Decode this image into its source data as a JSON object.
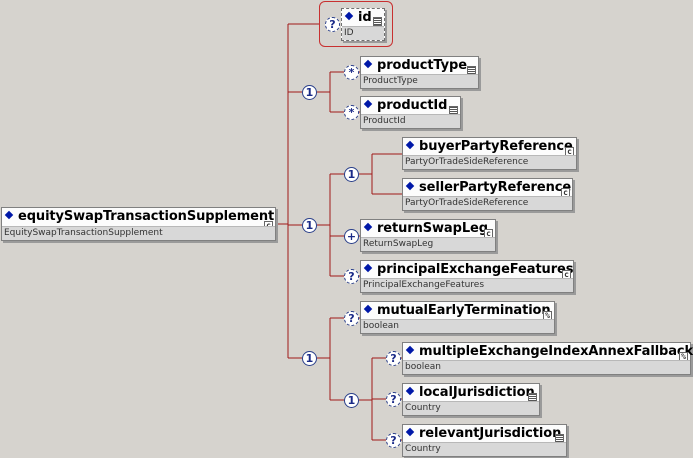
{
  "root": {
    "name": "equitySwapTransactionSupplement",
    "type": "EquitySwapTransactionSupplement",
    "glyph": "c"
  },
  "attribute": {
    "name": "id",
    "type": "ID",
    "occurs": "?"
  },
  "compositors": [
    {
      "id": "c1",
      "label": "1"
    },
    {
      "id": "c2",
      "label": "1"
    },
    {
      "id": "c3",
      "label": "1"
    },
    {
      "id": "c4",
      "label": "1"
    },
    {
      "id": "c5",
      "label": "1"
    }
  ],
  "elements": [
    {
      "key": "productType",
      "name": "productType",
      "type": "ProductType",
      "occurs": "*",
      "glyph": "lines"
    },
    {
      "key": "productId",
      "name": "productId",
      "type": "ProductId",
      "occurs": "*",
      "glyph": "lines"
    },
    {
      "key": "buyerParty",
      "name": "buyerPartyReference",
      "type": "PartyOrTradeSideReference",
      "occurs": "",
      "glyph": "c"
    },
    {
      "key": "sellerParty",
      "name": "sellerPartyReference",
      "type": "PartyOrTradeSideReference",
      "occurs": "",
      "glyph": "c"
    },
    {
      "key": "returnSwapLeg",
      "name": "returnSwapLeg",
      "type": "ReturnSwapLeg",
      "occurs": "+",
      "glyph": "c"
    },
    {
      "key": "principalExchange",
      "name": "principalExchangeFeatures",
      "type": "PrincipalExchangeFeatures",
      "occurs": "?",
      "glyph": "c"
    },
    {
      "key": "mutualEarly",
      "name": "mutualEarlyTermination",
      "type": "boolean",
      "occurs": "?",
      "glyph": "%"
    },
    {
      "key": "multipleExchange",
      "name": "multipleExchangeIndexAnnexFallback",
      "type": "boolean",
      "occurs": "?",
      "glyph": "%"
    },
    {
      "key": "localJurisdiction",
      "name": "localJurisdiction",
      "type": "Country",
      "occurs": "?",
      "glyph": "lines"
    },
    {
      "key": "relevantJurisdiction",
      "name": "relevantJurisdiction",
      "type": "Country",
      "occurs": "?",
      "glyph": "lines"
    }
  ],
  "colors": {
    "connector": "#a01818",
    "compositor": "#1a2a88",
    "background": "#d6d3ce"
  }
}
